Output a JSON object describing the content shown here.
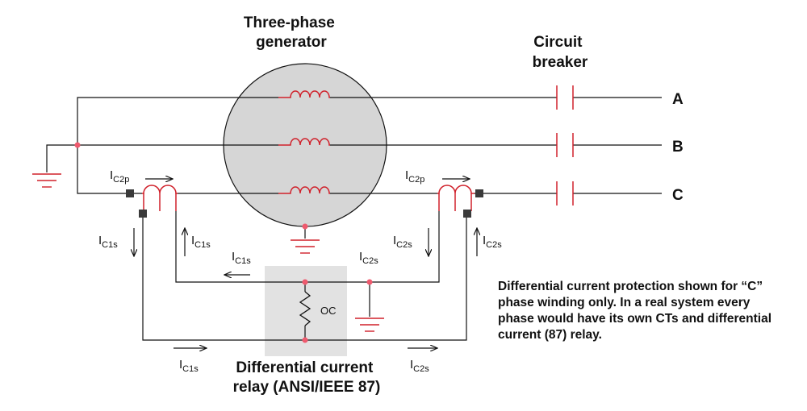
{
  "diagram": {
    "title_generator": [
      "Three-phase",
      "generator"
    ],
    "title_breaker": [
      "Circuit",
      "breaker"
    ],
    "phases": [
      "A",
      "B",
      "C"
    ],
    "relay_label": [
      "Differential current",
      "relay (ANSI/IEEE 87)"
    ],
    "relay_element": "OC",
    "currents": {
      "ic2p_left": {
        "main": "I",
        "sub": "C2p"
      },
      "ic2p_right": {
        "main": "I",
        "sub": "C2p"
      },
      "ic1s_left_outer": {
        "main": "I",
        "sub": "C1s"
      },
      "ic1s_left_inner": {
        "main": "I",
        "sub": "C1s"
      },
      "ic1s_mid": {
        "main": "I",
        "sub": "C1s"
      },
      "ic2s_mid": {
        "main": "I",
        "sub": "C2s"
      },
      "ic2s_right_inner": {
        "main": "I",
        "sub": "C2s"
      },
      "ic2s_right_outer": {
        "main": "I",
        "sub": "C2s"
      },
      "ic1s_bottom": {
        "main": "I",
        "sub": "C1s"
      },
      "ic2s_bottom": {
        "main": "I",
        "sub": "C2s"
      }
    },
    "note": "Differential current protection shown for “C” phase winding only. In a real system every phase would have its own CTs and differential current (87) relay.",
    "colors": {
      "wire": "#111111",
      "coil": "#d0202a",
      "generator_fill": "#d6d6d6",
      "relay_fill": "#e2e2e2",
      "node": "#ef5a6e",
      "ct_marker": "#3a3a3a"
    }
  }
}
